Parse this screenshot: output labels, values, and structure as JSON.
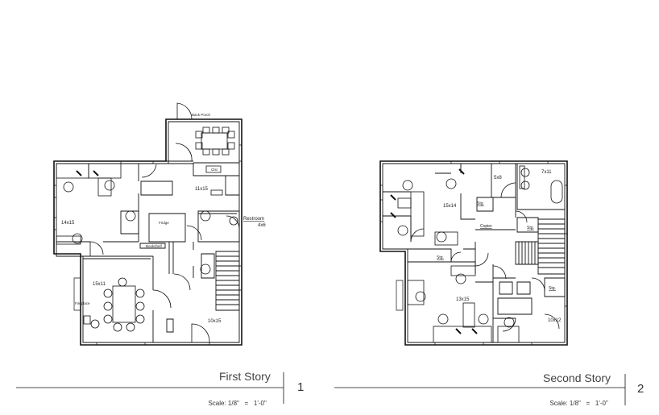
{
  "sheets": [
    {
      "title": "First Story",
      "scale_label": "Scale: 1/8\"",
      "scale_eq": "=",
      "scale_value": "1'-0\"",
      "number": "1",
      "rooms": {
        "back_porch": "Back Porch",
        "closet": "Clst",
        "kitchen": "11x15",
        "office": "14x15",
        "restroom": "Restroom",
        "restroom_size": "4x6",
        "conference": "15x11",
        "fireplace": "Fireplace",
        "entry": "10x15",
        "bookshelf": "Bookshelf",
        "refrigerator": "Fridge"
      }
    },
    {
      "title": "Second Story",
      "scale_label": "Scale: 1/8\"",
      "scale_eq": "=",
      "scale_value": "1'-0\"",
      "number": "2",
      "rooms": {
        "storage_a": "5x8",
        "bath": "7x11",
        "office_a": "15x14",
        "stg_1": "Stg.",
        "copier": "Copier",
        "stg_2": "Stg.",
        "stg_3": "Stg.",
        "stg_4": "Stg.",
        "office_b": "13x15",
        "office_c": "10x12"
      }
    }
  ]
}
